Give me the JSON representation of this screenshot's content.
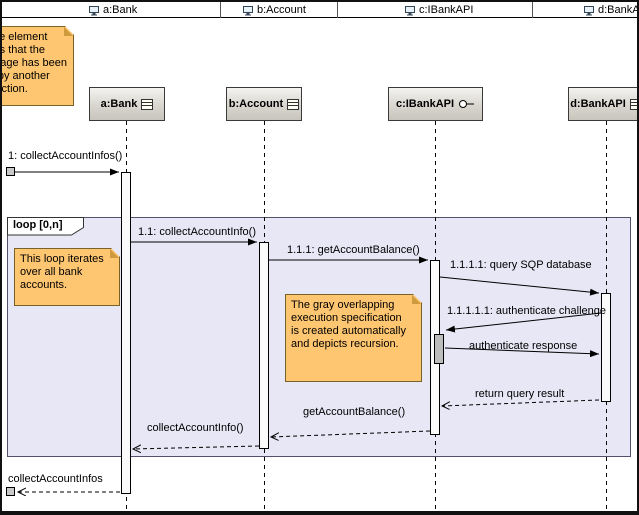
{
  "strip": {
    "items": [
      {
        "label": "a:Bank",
        "icon": "lifeline-monitor-icon"
      },
      {
        "label": "b:Account",
        "icon": "lifeline-monitor-icon"
      },
      {
        "label": "c:IBankAPI",
        "icon": "lifeline-monitor-icon"
      },
      {
        "label": "d:BankAPI",
        "icon": "lifeline-monitor-icon"
      }
    ]
  },
  "lifelines": [
    {
      "name": "a:Bank",
      "icon": "instance-table-icon"
    },
    {
      "name": "b:Account",
      "icon": "instance-table-icon"
    },
    {
      "name": "c:IBankAPI",
      "icon": "interface-lollipop-icon"
    },
    {
      "name": "d:BankAPI",
      "icon": "instance-table-icon"
    }
  ],
  "fragment": {
    "label": "loop [0,n]"
  },
  "messages": [
    {
      "label": "1: collectAccountInfos()",
      "from": "gate",
      "to": "a:Bank",
      "kind": "call"
    },
    {
      "label": "1.1: collectAccountInfo()",
      "from": "a:Bank",
      "to": "b:Account",
      "kind": "call"
    },
    {
      "label": "1.1.1: getAccountBalance()",
      "from": "b:Account",
      "to": "c:IBankAPI",
      "kind": "call"
    },
    {
      "label": "1.1.1.1: query SQP database",
      "from": "c:IBankAPI",
      "to": "d:BankAPI",
      "kind": "call"
    },
    {
      "label": "1.1.1.1.1: authenticate challenge",
      "from": "d:BankAPI",
      "to": "c:IBankAPI",
      "kind": "call"
    },
    {
      "label": "authenticate response",
      "from": "c:IBankAPI",
      "to": "d:BankAPI",
      "kind": "call"
    },
    {
      "label": "return query result",
      "from": "d:BankAPI",
      "to": "c:IBankAPI",
      "kind": "reply"
    },
    {
      "label": "getAccountBalance()",
      "from": "c:IBankAPI",
      "to": "b:Account",
      "kind": "reply"
    },
    {
      "label": "collectAccountInfo()",
      "from": "b:Account",
      "to": "a:Bank",
      "kind": "reply"
    },
    {
      "label": "collectAccountInfos",
      "from": "a:Bank",
      "to": "gate",
      "kind": "reply"
    }
  ],
  "notes": {
    "gate": {
      "lines": [
        "A gate element",
        "shows that the",
        "message has been",
        "sent by another",
        "interaction."
      ]
    },
    "loop": {
      "lines": [
        "This loop iterates",
        "over all bank",
        "accounts."
      ]
    },
    "recursion": {
      "lines": [
        "The gray overlapping",
        "execution specification",
        "is created automatically",
        "and depicts recursion."
      ]
    }
  },
  "colors": {
    "note_fill": "#FFC671",
    "note_border": "#77622A",
    "fragment_fill": "#E7E7F6",
    "activation_fill": "#FBFBFB",
    "recursion_activation_fill": "#BDBDBD",
    "lifeline_header_fill": "#D9D6CF"
  }
}
